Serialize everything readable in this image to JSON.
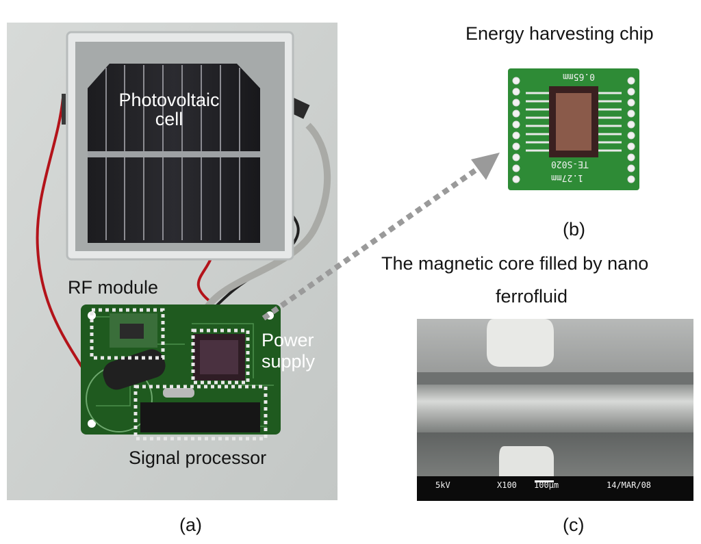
{
  "panel_a": {
    "photovoltaic_label_line1": "Photovoltaic",
    "photovoltaic_label_line2": "cell",
    "rf_module_label": "RF module",
    "power_supply_line1": "Power",
    "power_supply_line2": "supply",
    "signal_processor_label": "Signal processor",
    "caption": "(a)"
  },
  "panel_b": {
    "title": "Energy harvesting chip",
    "chip_text_top": "0.65mm",
    "chip_text_model": "TE-S020",
    "chip_text_pitch": "1.27mm",
    "caption": "(b)"
  },
  "panel_c": {
    "title_line1": "The magnetic core filled by nano",
    "title_line2": "ferrofluid",
    "sem_kv": "5kV",
    "sem_mag": "X100",
    "sem_scale": "100µm",
    "sem_date": "14/MAR/08",
    "caption": "(c)"
  },
  "colors": {
    "pcb_green": "#1f5a1f",
    "photo_bg": "#cfd2d0",
    "dotted_outline": "#e8e8e8",
    "arrow_gray": "#9a9a9a"
  }
}
